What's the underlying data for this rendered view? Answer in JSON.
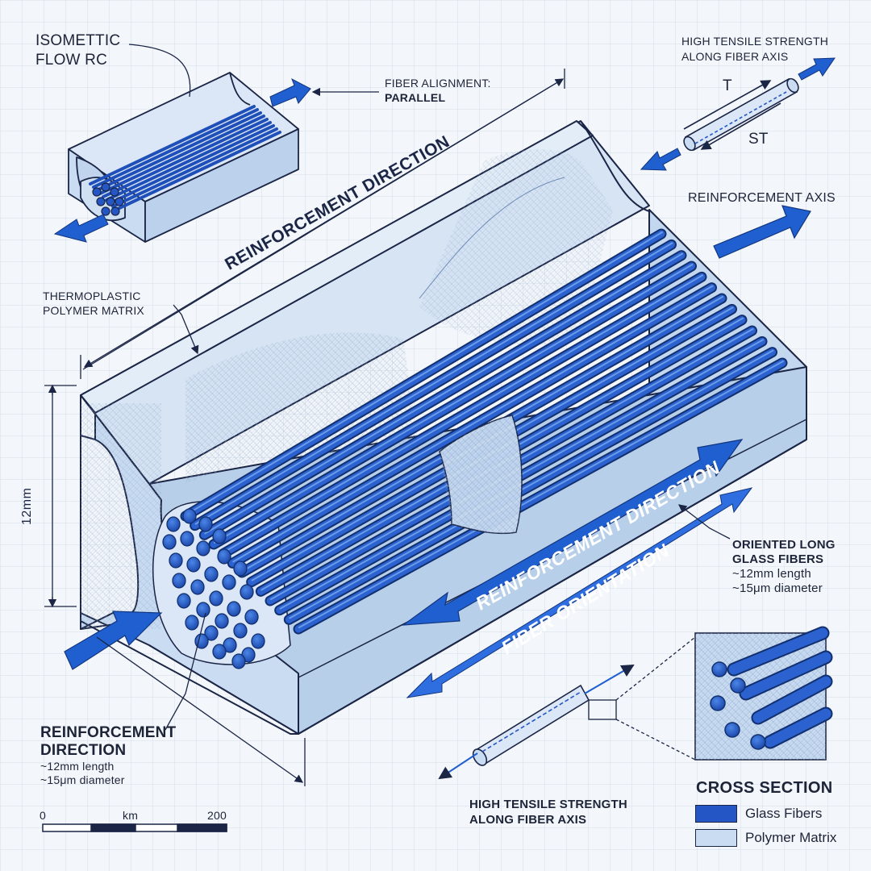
{
  "labels": {
    "isometric_title": [
      "ISOMETTIC",
      "FLOW RC"
    ],
    "fiber_alignment": "FIBER ALIGNMENT:",
    "parallel": "PARALLEL",
    "high_tensile_top": [
      "HIGH TENSILE STRENGTH",
      "ALONG FIBER AXIS"
    ],
    "t": "T",
    "st": "ST",
    "reinforcement_axis": "REINFORCEMENT AXIS",
    "thermoplastic": [
      "THERMOPLASTIC",
      "POLYMER MATRIX"
    ],
    "dimension_12mm": "12mm",
    "reinforcement_direction_top": "REINFORCEMENT DIRECTION",
    "reinforcement_direction_arrow": "REINFORCEMENT DIRECTION",
    "fiber_orientation": "FIBER ORIENTATION",
    "oriented_long": [
      "ORIENTED LONG",
      "GLASS FIBERS"
    ],
    "oriented_specs": [
      "~12mm length",
      "~15μm diameter"
    ],
    "reinforcement_direction_bottom": [
      "REINFORCEMENT",
      "DIRECTION"
    ],
    "bottom_specs": [
      "~12mm length",
      "~15μm diameter"
    ],
    "scale": {
      "left": "0",
      "mid": "km",
      "right": "200"
    },
    "high_tensile_bottom": [
      "HIGH TENSILE STRENGTH",
      "ALONG FIBER AXIS"
    ]
  },
  "legend": {
    "title": "CROSS SECTION",
    "items": [
      {
        "label": "Glass Fibers",
        "color": "#2457c5"
      },
      {
        "label": "Polymer Matrix",
        "color": "#c9dcf2"
      }
    ]
  },
  "colors": {
    "fiber": "#2457c5",
    "fiber_dark": "#17317a",
    "matrix": "#c9dcf2",
    "matrix_light": "#dde9f7",
    "ink": "#1b2545",
    "grid": "#d9e1ec",
    "arrow": "#1f5fd0"
  }
}
